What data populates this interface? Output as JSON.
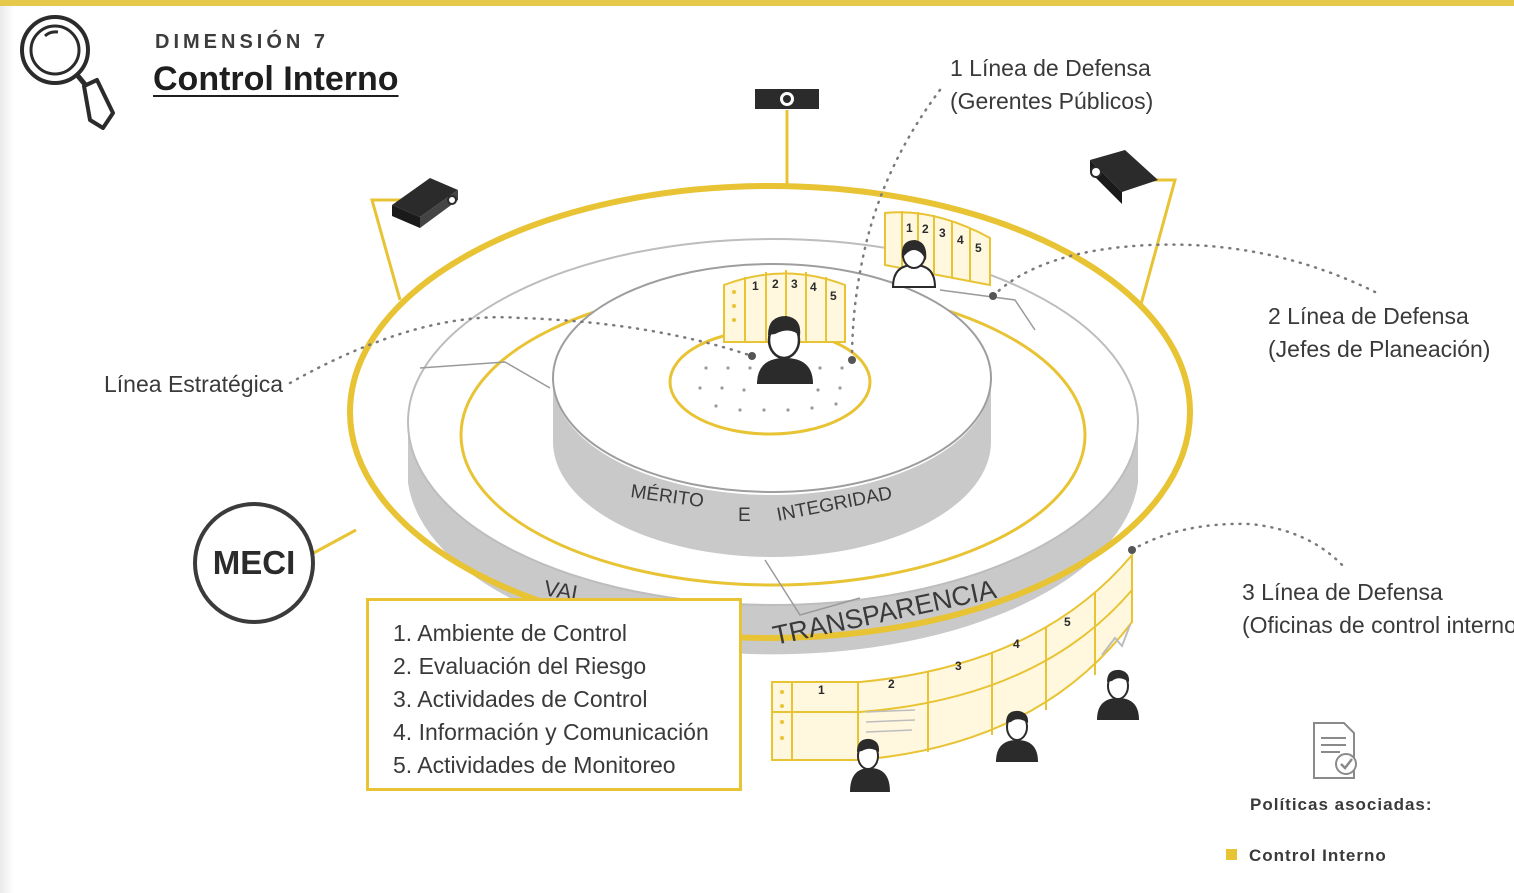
{
  "header": {
    "dimension_label": "DIMENSIÓN 7",
    "title": "Control Interno"
  },
  "lines_of_defense": {
    "strategic": "Línea Estratégica",
    "first": {
      "title": "1 Línea de Defensa",
      "subtitle": "(Gerentes Públicos)"
    },
    "second": {
      "title": "2 Línea de Defensa",
      "subtitle": "(Jefes de Planeación)"
    },
    "third": {
      "title": "3 Línea de Defensa",
      "subtitle": "(Oficinas de control interno)"
    }
  },
  "meci_label": "MECI",
  "ring_labels": {
    "merito": "MÉRITO",
    "e": "E",
    "integridad": "INTEGRIDAD",
    "valores_partial": "VAL",
    "transparencia": "TRANSPARENCIA"
  },
  "components": [
    "1. Ambiente de Control",
    "2. Evaluación del Riesgo",
    "3. Actividades de Control",
    "4. Información y Comunicación",
    "5. Actividades de Monitoreo"
  ],
  "panel_numbers": [
    "1",
    "2",
    "3",
    "4",
    "5"
  ],
  "policies": {
    "title": "Políticas asociadas:",
    "items": [
      "Control Interno"
    ]
  },
  "colors": {
    "accent": "#e8c334",
    "dark": "#2b2b2b",
    "ring_gray": "#c9c9c9"
  },
  "icons": [
    "magnifier-icon",
    "camera-icon",
    "document-check-icon",
    "person-icon"
  ]
}
